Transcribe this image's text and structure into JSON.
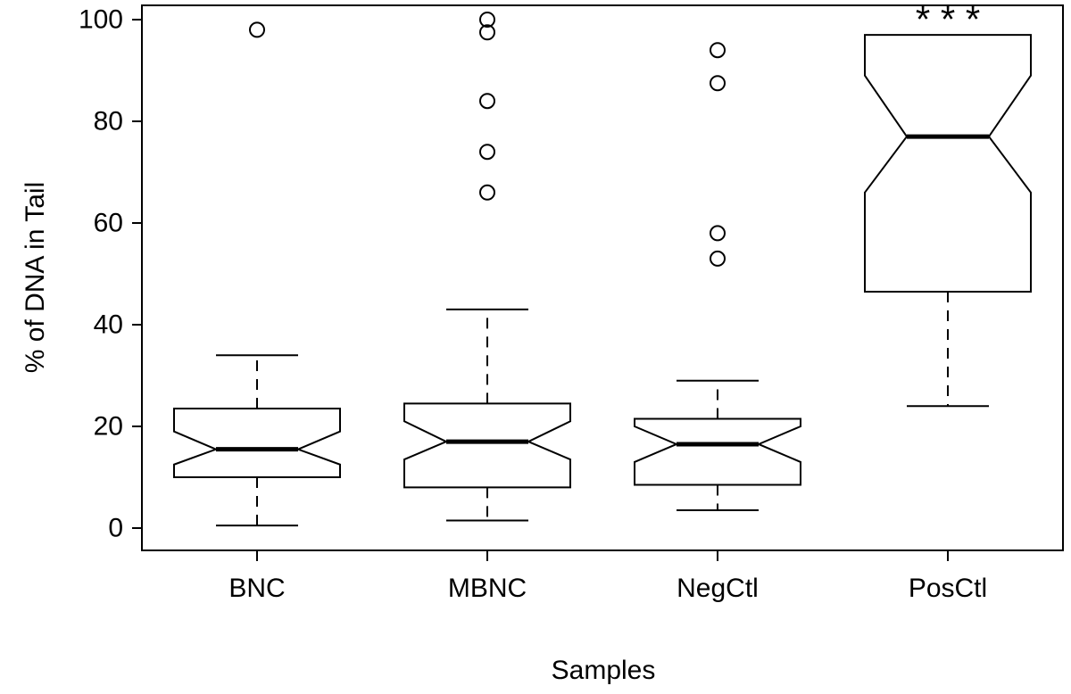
{
  "figure": {
    "background_color": "#ffffff",
    "line_color": "#000000"
  },
  "chart_data": {
    "type": "boxplot",
    "notched": true,
    "title": "",
    "xlabel": "Samples",
    "ylabel": "% of DNA in Tail",
    "ylim": [
      0,
      100
    ],
    "yticks": [
      0,
      20,
      40,
      60,
      80,
      100
    ],
    "categories": [
      "BNC",
      "MBNC",
      "NegCtl",
      "PosCtl"
    ],
    "legend": "none",
    "grid": false,
    "boxes": [
      {
        "label": "BNC",
        "whisker_low": 0.5,
        "q1": 10,
        "median": 15.5,
        "q3": 23.5,
        "whisker_high": 34,
        "notch_low": 12.5,
        "notch_high": 19,
        "outliers": [
          98
        ],
        "annotation": ""
      },
      {
        "label": "MBNC",
        "whisker_low": 1.5,
        "q1": 8,
        "median": 17,
        "q3": 24.5,
        "whisker_high": 43,
        "notch_low": 13.5,
        "notch_high": 21,
        "outliers": [
          66,
          74,
          84,
          97.5,
          100
        ],
        "annotation": ""
      },
      {
        "label": "NegCtl",
        "whisker_low": 3.5,
        "q1": 8.5,
        "median": 16.5,
        "q3": 21.5,
        "whisker_high": 29,
        "notch_low": 13,
        "notch_high": 20,
        "outliers": [
          53,
          58,
          87.5,
          94
        ],
        "annotation": ""
      },
      {
        "label": "PosCtl",
        "whisker_low": 24,
        "q1": 46.5,
        "median": 77,
        "q3": 97,
        "whisker_high": 97,
        "notch_low": 66,
        "notch_high": 89,
        "outliers": [],
        "annotation": "* * *"
      }
    ]
  }
}
